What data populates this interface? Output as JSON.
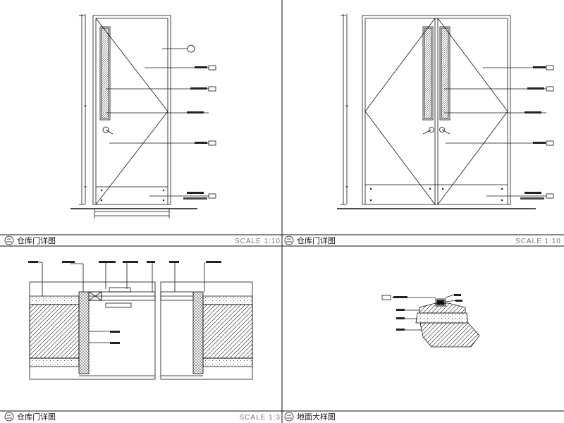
{
  "panels": [
    {
      "title": "仓库门详图",
      "scale": "SCALE 1:10"
    },
    {
      "title": "仓库门详图",
      "scale": "SCALE 1:10"
    },
    {
      "title": "仓库门详图",
      "scale": "SCALE 1:3"
    },
    {
      "title": "地面大样图",
      "scale": ""
    }
  ],
  "colors": {
    "line": "#111111",
    "scale_text": "#777777",
    "background": "#ffffff"
  }
}
